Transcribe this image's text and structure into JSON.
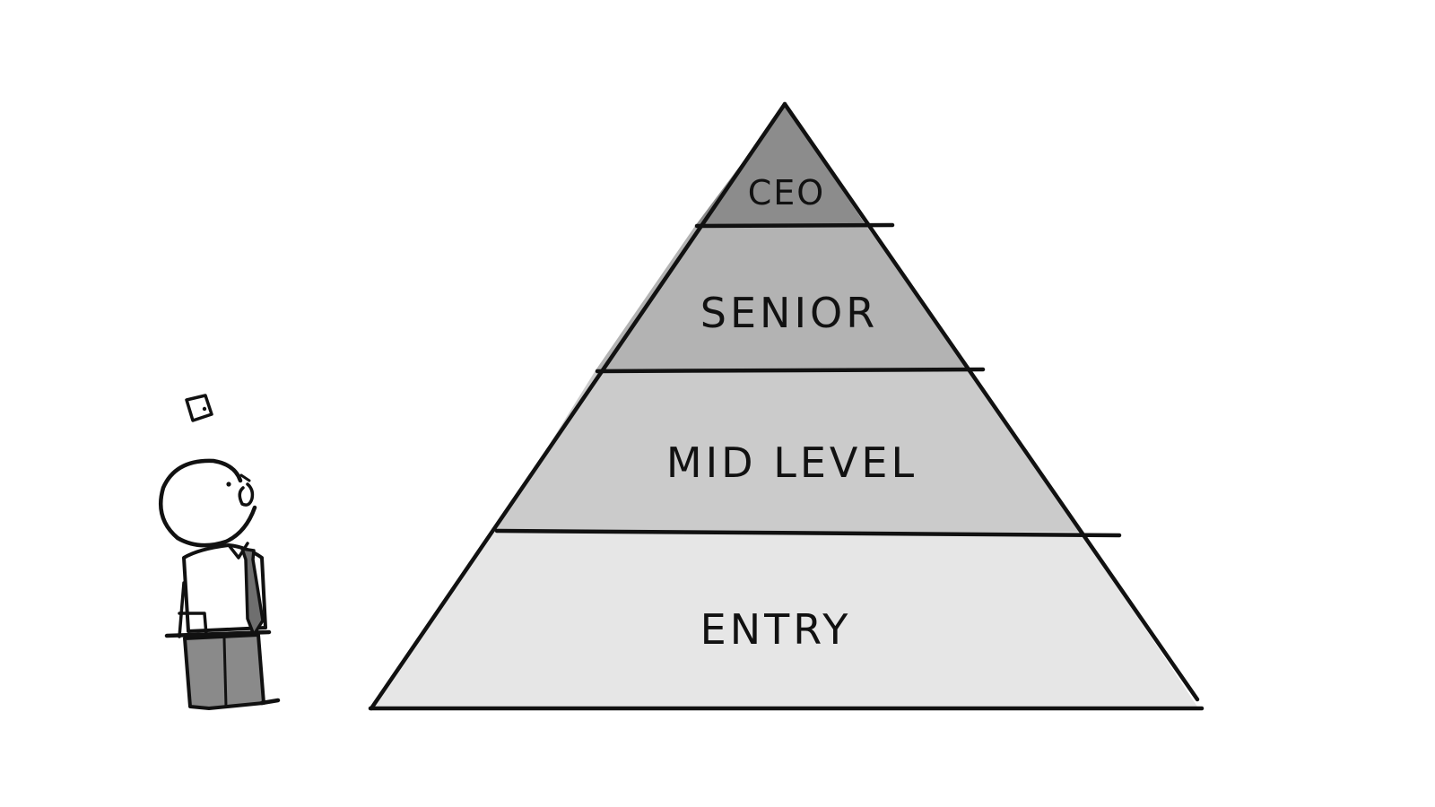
{
  "diagram": {
    "tiers": [
      {
        "label": "CEO",
        "color": "#8c8c8c"
      },
      {
        "label": "SENIOR",
        "color": "#b3b3b3"
      },
      {
        "label": "MID LEVEL",
        "color": "#cbcbcb"
      },
      {
        "label": "ENTRY",
        "color": "#e6e6e6"
      }
    ]
  },
  "figure": {
    "thought_bubble_icon": "question-box-icon",
    "suit_color": "#8a8a8a",
    "tie_color": "#6f6f6f"
  }
}
